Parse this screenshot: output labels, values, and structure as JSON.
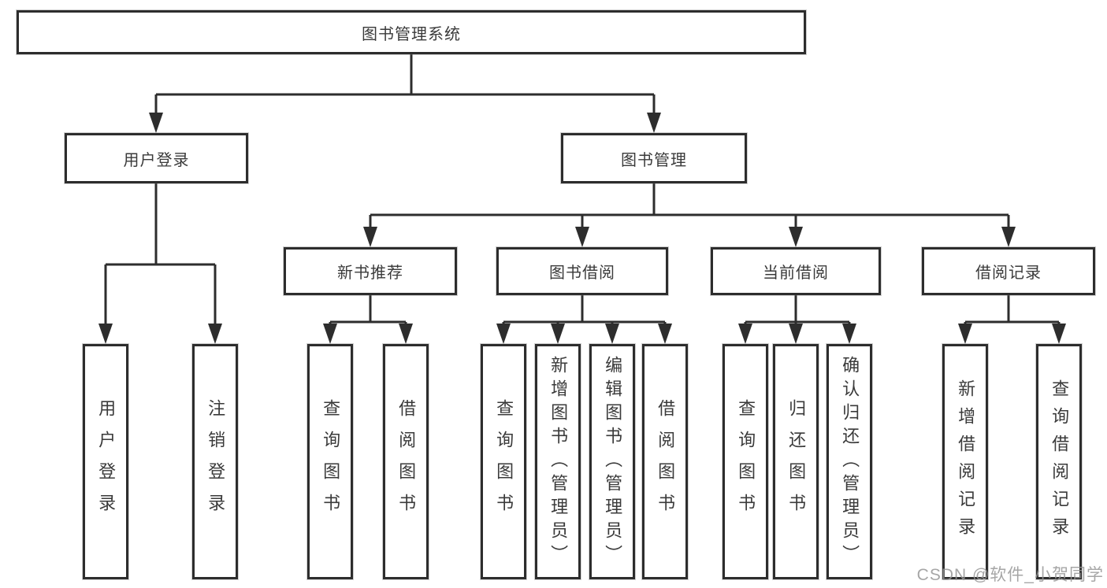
{
  "diagram": {
    "root": {
      "label": "图书管理系统"
    },
    "branches": [
      {
        "label": "用户登录",
        "children": [
          "用户登录",
          "注销登录"
        ]
      },
      {
        "label": "图书管理",
        "sections": [
          {
            "label": "新书推荐",
            "children": [
              "查询图书",
              "借阅图书"
            ]
          },
          {
            "label": "图书借阅",
            "children": [
              "查询图书",
              "新增图书（管理员）",
              "编辑图书（管理员）",
              "借阅图书"
            ]
          },
          {
            "label": "当前借阅",
            "children": [
              "查询图书",
              "归还图书",
              "确认归还（管理员）"
            ]
          },
          {
            "label": "借阅记录",
            "children": [
              "新增借阅记录",
              "查询借阅记录"
            ]
          }
        ]
      }
    ]
  },
  "watermark": {
    "text": "CSDN @软件_小贺同学"
  },
  "colors": {
    "line": "#2d2d2d",
    "text": "#3a3a3a",
    "watermark": "#969696"
  }
}
